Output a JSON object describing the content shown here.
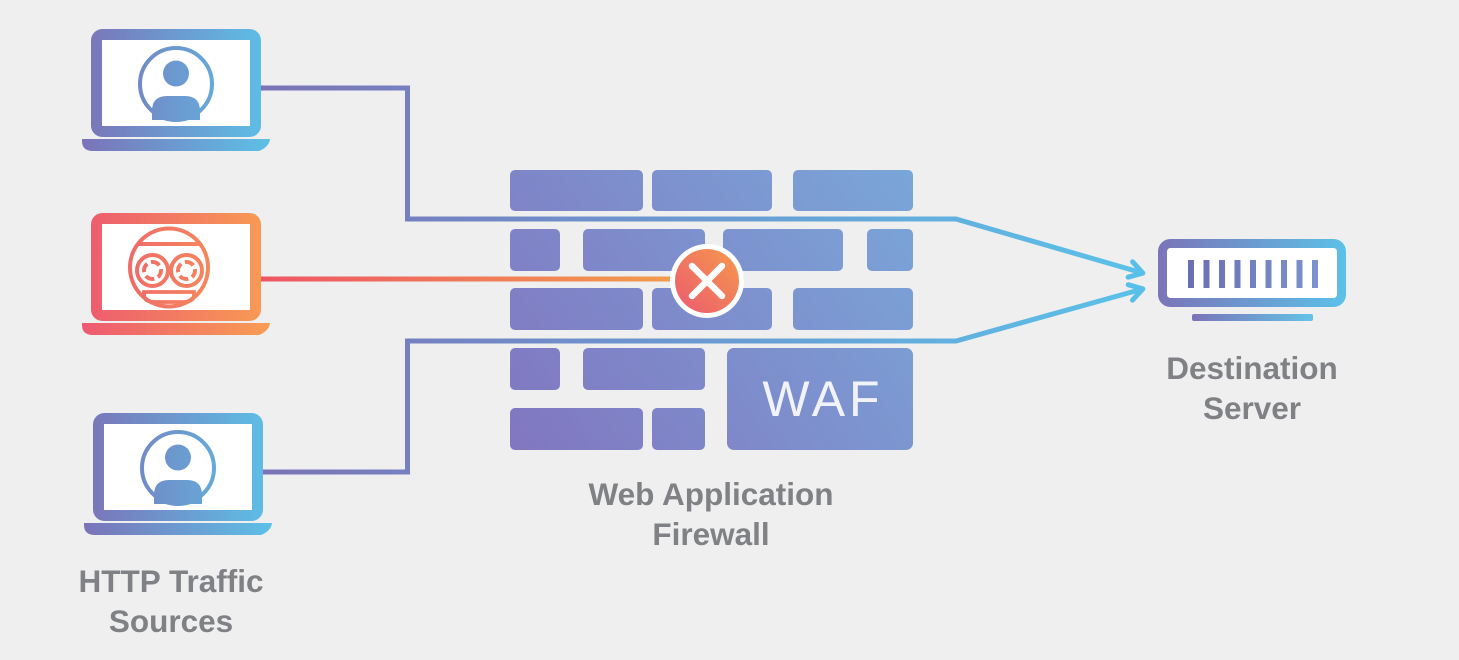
{
  "canvas": {
    "background": "#efeff0"
  },
  "palette": {
    "purple": "#7b73b8",
    "blue": "#5cc2e8",
    "brick_purple": "#8176c0",
    "brick_blue": "#7aa6d9",
    "pink": "#ed5a70",
    "orange": "#f89e52",
    "blocked_red": "#eb5a6f",
    "blocked_orange": "#f69a4d",
    "label_gray": "#7f8184",
    "white": "#ffffff"
  },
  "sources": {
    "label_lines": [
      "HTTP Traffic",
      "Sources"
    ],
    "items": [
      {
        "name": "user-laptop-top",
        "icon": "user-icon",
        "status": "allowed"
      },
      {
        "name": "bot-laptop",
        "icon": "bot-icon",
        "status": "blocked"
      },
      {
        "name": "user-laptop-bottom",
        "icon": "user-icon",
        "status": "allowed"
      }
    ]
  },
  "firewall": {
    "brick_label": "WAF",
    "label_lines": [
      "Web Application",
      "Firewall"
    ],
    "blocked_icon": "x-circle-icon"
  },
  "destination": {
    "icon": "server-icon",
    "label_lines": [
      "Destination",
      "Server"
    ]
  }
}
